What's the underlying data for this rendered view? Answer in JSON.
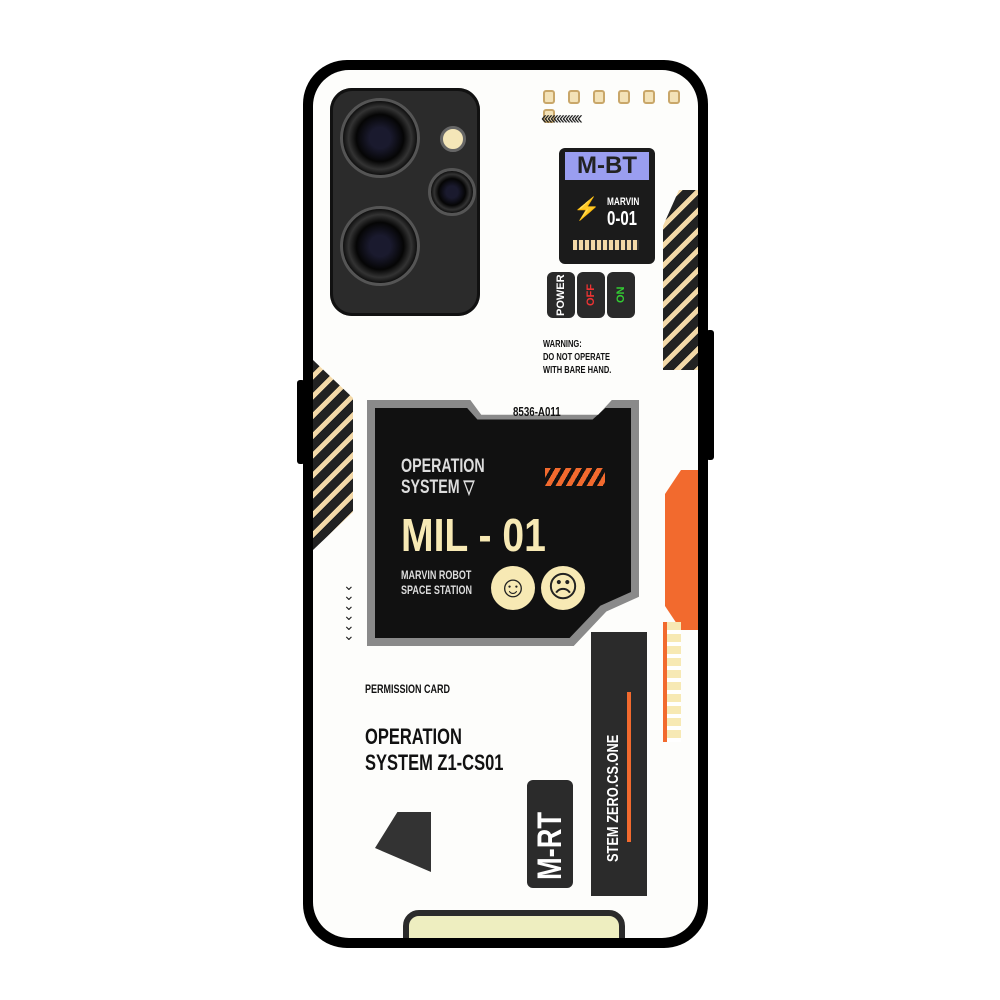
{
  "top_panel": {
    "badge": "M-BT",
    "brand": "MARVIN",
    "model": "0-01"
  },
  "switches": {
    "power": "POWER",
    "off": "OFF",
    "on": "ON"
  },
  "warning": [
    "WARNING:",
    "DO NOT OPERATE",
    "WITH BARE HAND."
  ],
  "screen": {
    "code": "8536-A011",
    "system_line1": "OPERATION",
    "system_line2": "SYSTEM",
    "system_symbol": "▽",
    "title": "MIL - 01",
    "sub_line1": "MARVIN ROBOT",
    "sub_line2": "SPACE STATION"
  },
  "permission": {
    "label": "PERMISSION CARD",
    "line1": "OPERATION",
    "line2": "SYSTEM Z1-CS01"
  },
  "side_text": {
    "vertical": "STEM ZERO.CS.ONE",
    "badge": "M-RT"
  },
  "colors": {
    "accent_orange": "#f26a2e",
    "cream": "#f7e9b4",
    "lavender": "#9a9ef0"
  }
}
